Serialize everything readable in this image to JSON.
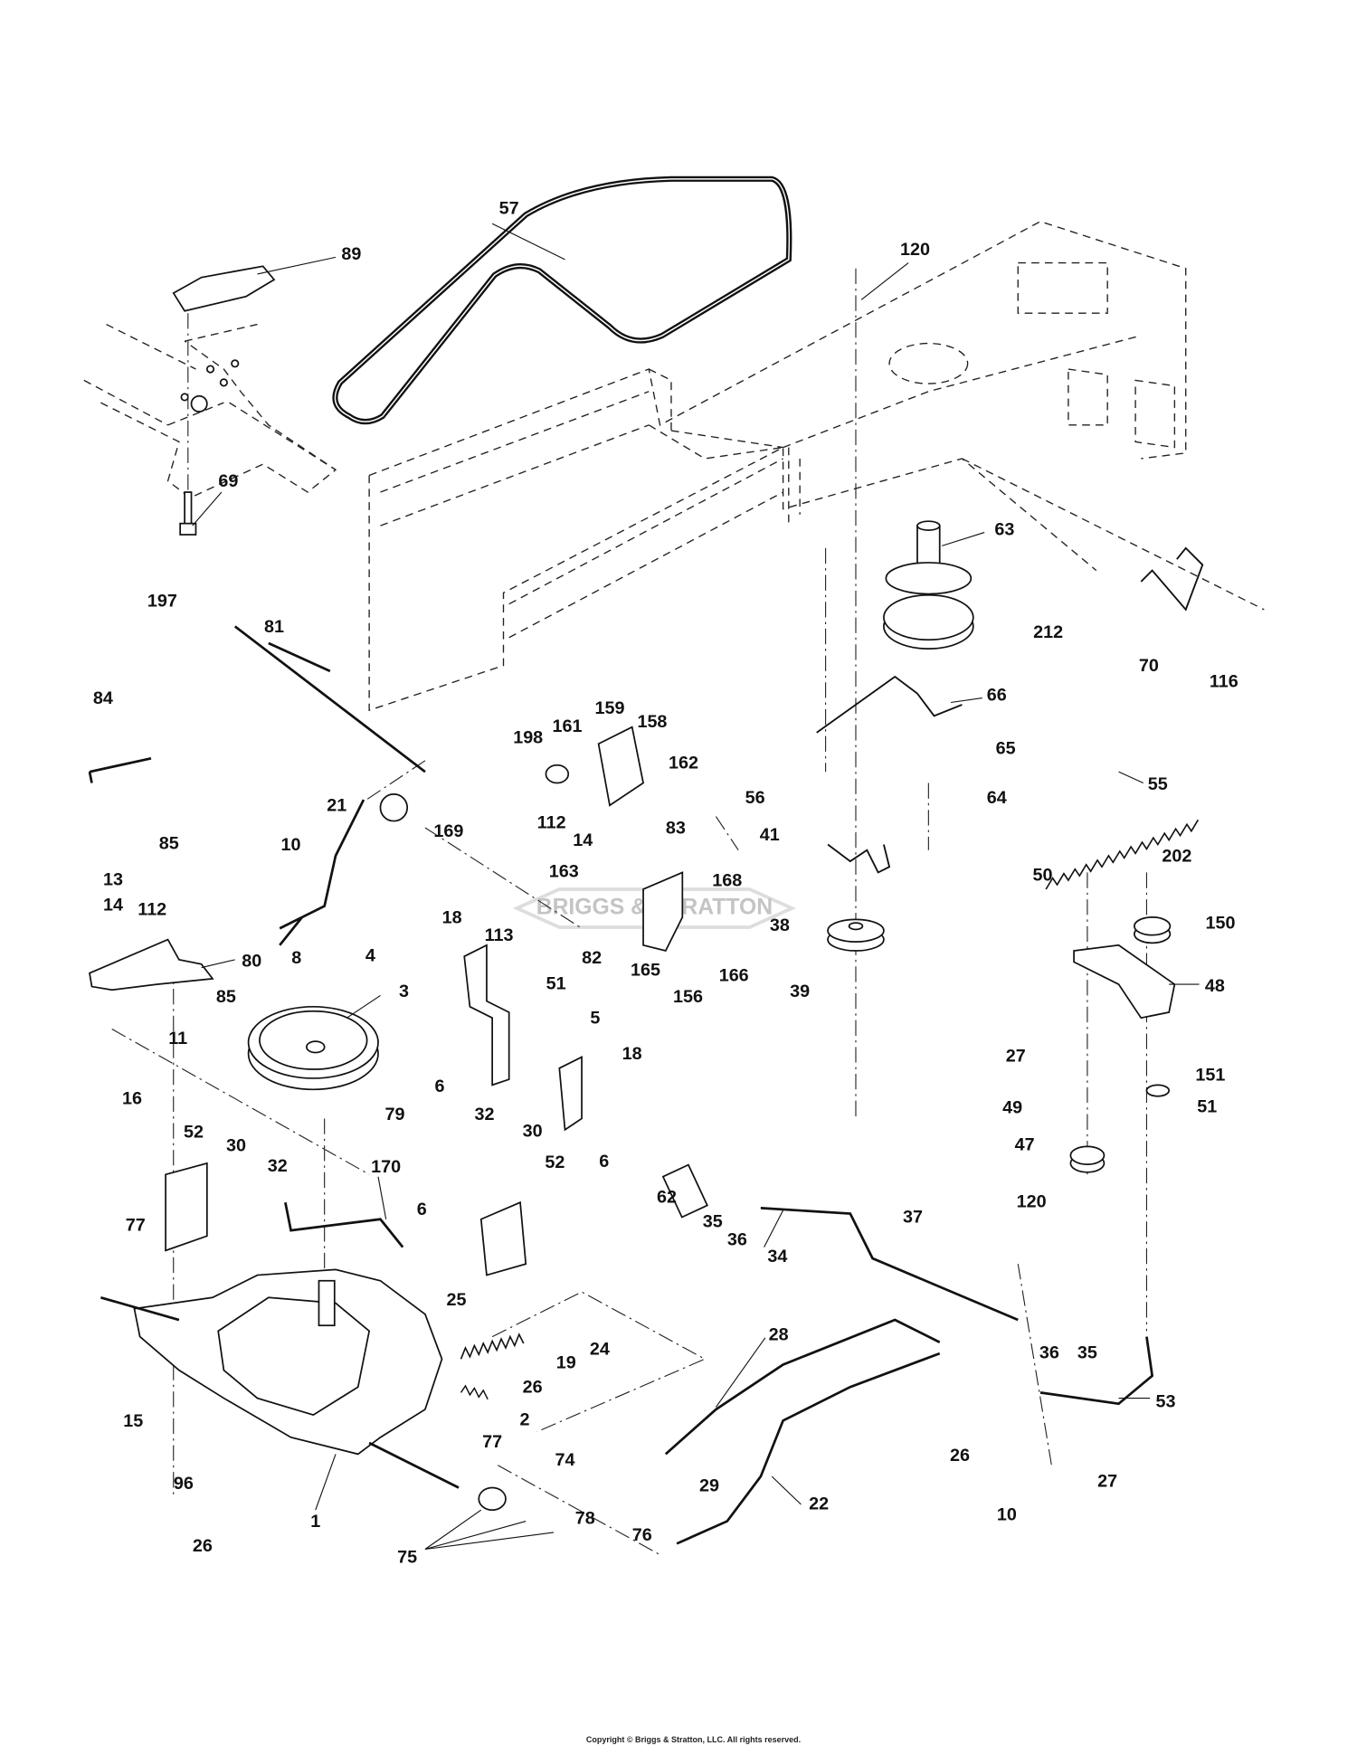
{
  "diagram": {
    "watermark": "BRIGGS & STRATTON",
    "copyright": "Copyright © Briggs & Stratton, LLC. All rights reserved.",
    "callouts": [
      "57",
      "89",
      "120",
      "69",
      "63",
      "212",
      "70",
      "116",
      "197",
      "81",
      "84",
      "66",
      "198",
      "161",
      "159",
      "158",
      "162",
      "65",
      "56",
      "64",
      "55",
      "85",
      "21",
      "169",
      "112",
      "14",
      "83",
      "41",
      "163",
      "10",
      "13",
      "14",
      "112",
      "168",
      "202",
      "50",
      "150",
      "38",
      "82",
      "165",
      "156",
      "166",
      "80",
      "8",
      "4",
      "18",
      "113",
      "39",
      "48",
      "85",
      "3",
      "51",
      "5",
      "27",
      "18",
      "11",
      "6",
      "151",
      "51",
      "49",
      "79",
      "16",
      "62",
      "52",
      "30",
      "32",
      "32",
      "30",
      "52",
      "6",
      "47",
      "120",
      "170",
      "35",
      "36",
      "34",
      "37",
      "6",
      "77",
      "25",
      "24",
      "19",
      "26",
      "28",
      "36",
      "35",
      "53",
      "2",
      "15",
      "77",
      "74",
      "26",
      "96",
      "29",
      "22",
      "10",
      "27",
      "1",
      "78",
      "76",
      "26",
      "75"
    ]
  }
}
